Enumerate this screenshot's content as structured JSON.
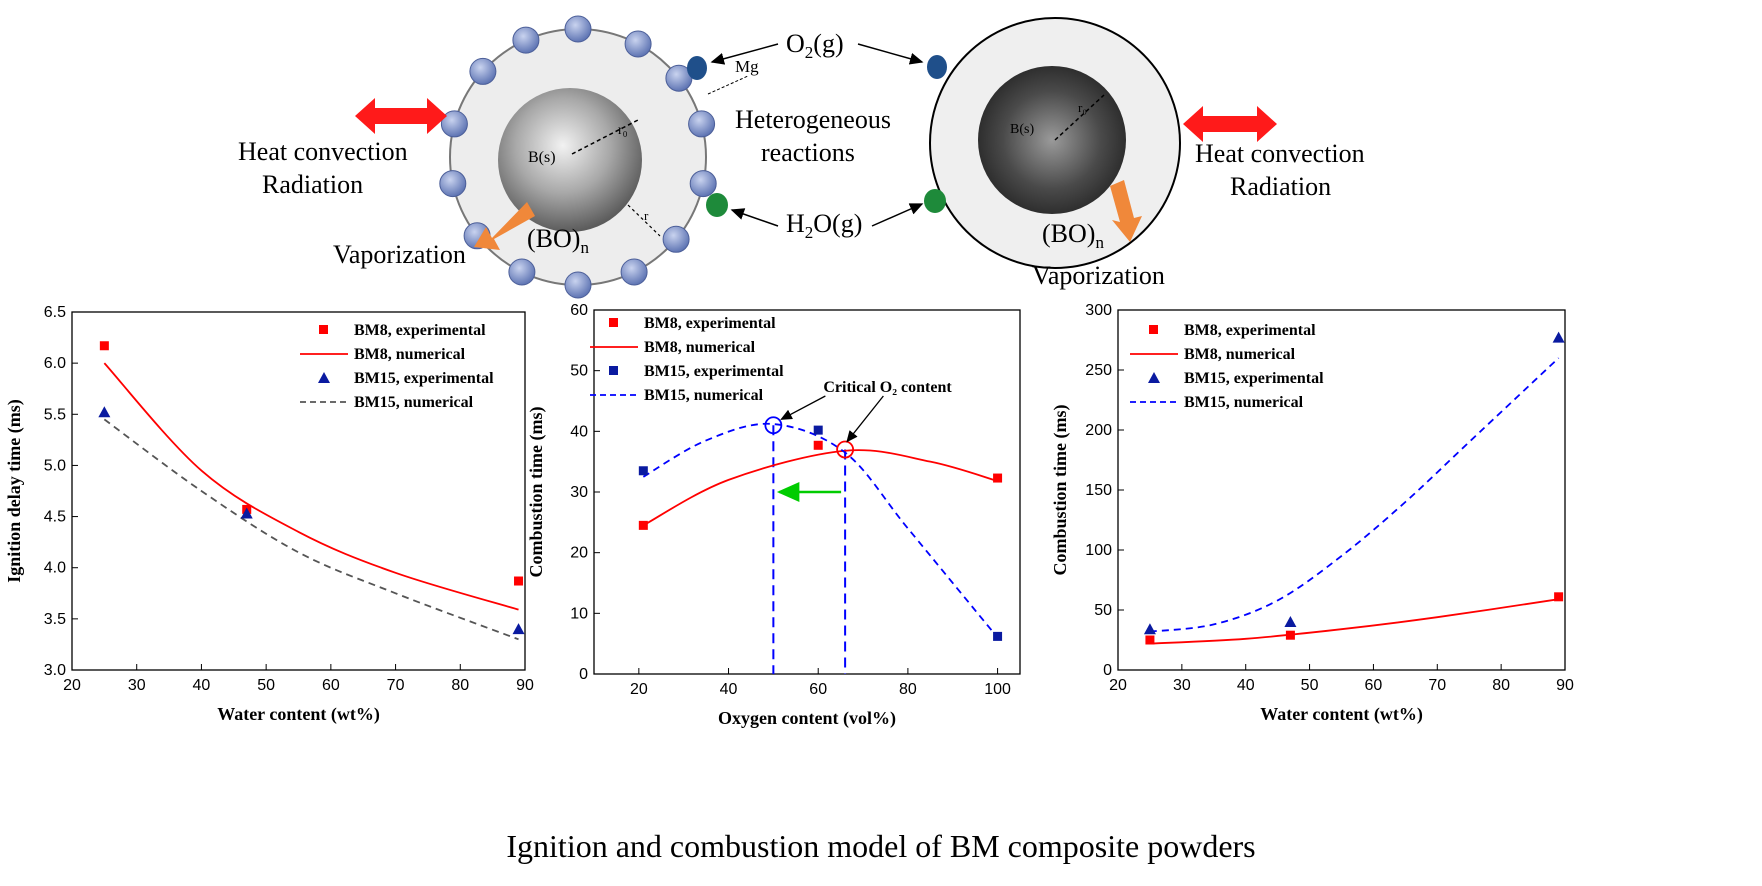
{
  "diagram": {
    "left_particle": {
      "core_label": "B(s)",
      "radius_label": "r₀",
      "shell_label": "r",
      "additive_label": "Mg"
    },
    "right_particle": {
      "core_label": "B(s)",
      "radius_label": "r₀"
    },
    "oxygen_label": "O₂(g)",
    "water_label": "H₂O(g)",
    "center_text": [
      "Heterogeneous",
      "reactions"
    ],
    "heat_left": [
      "Heat convection",
      "Radiation"
    ],
    "heat_right": [
      "Heat convection",
      "Radiation"
    ],
    "product_label": "(BO)",
    "product_sub": "n",
    "vaporization_label": "Vaporization",
    "colors": {
      "heat_arrow": "#ff1a1a",
      "vapor_arrow": "#f0883a",
      "mg_particle": "#7f93c9",
      "o2": "#1f4f8a",
      "h2o": "#1e8a3a",
      "shell": "#ededed"
    }
  },
  "chart_data": [
    {
      "type": "scatter",
      "xlabel": "Water content  (wt%)",
      "ylabel": "Ignition delay time  (ms)",
      "xlim": [
        20,
        90
      ],
      "ylim": [
        3.0,
        6.5
      ],
      "xticks": [
        "20",
        "30",
        "40",
        "50",
        "60",
        "70",
        "80",
        "90"
      ],
      "yticks": [
        "3.0",
        "3.5",
        "4.0",
        "4.5",
        "5.0",
        "5.5",
        "6.0",
        "6.5"
      ],
      "legend_position": "top-right",
      "series": [
        {
          "name": "BM8, experimental",
          "kind": "points",
          "marker": "square",
          "color": "#ff0000",
          "x": [
            25,
            47,
            89
          ],
          "y": [
            6.17,
            4.57,
            3.87
          ]
        },
        {
          "name": "BM8, numerical",
          "kind": "line",
          "dash": "solid",
          "color": "#ff0000",
          "x": [
            25,
            40,
            55,
            70,
            89
          ],
          "y": [
            6.0,
            4.95,
            4.35,
            3.95,
            3.59
          ]
        },
        {
          "name": "BM15, experimental",
          "kind": "points",
          "marker": "triangle",
          "color": "#0a1aa0",
          "x": [
            25,
            47,
            89
          ],
          "y": [
            5.52,
            4.53,
            3.4
          ]
        },
        {
          "name": "BM15, numerical",
          "kind": "line",
          "dash": "dashed",
          "color": "#555555",
          "x": [
            25,
            40,
            55,
            70,
            89
          ],
          "y": [
            5.45,
            4.75,
            4.15,
            3.75,
            3.3
          ]
        }
      ]
    },
    {
      "type": "scatter",
      "xlabel": "Oxygen content (vol%)",
      "ylabel": "Combustion time (ms)",
      "xlim": [
        10,
        105
      ],
      "ylim": [
        0,
        60
      ],
      "xticks": [
        "20",
        "40",
        "60",
        "80",
        "100"
      ],
      "yticks": [
        "0",
        "10",
        "20",
        "30",
        "40",
        "50",
        "60"
      ],
      "legend_position": "top-left",
      "annotation": "Critical O₂ content",
      "critical_points": [
        {
          "x": 50,
          "y": 41,
          "color": "#0000ff"
        },
        {
          "x": 66,
          "y": 37,
          "color": "#ff0000"
        }
      ],
      "series": [
        {
          "name": "BM8, experimental",
          "kind": "points",
          "marker": "square",
          "color": "#ff0000",
          "x": [
            21,
            60,
            100
          ],
          "y": [
            24.5,
            37.7,
            32.3
          ]
        },
        {
          "name": "BM8, numerical",
          "kind": "line",
          "dash": "solid",
          "color": "#ff0000",
          "x": [
            21,
            40,
            66,
            85,
            100
          ],
          "y": [
            24.5,
            32.0,
            36.8,
            35.0,
            31.8
          ]
        },
        {
          "name": "BM15, experimental",
          "kind": "points",
          "marker": "square",
          "color": "#0a1aa0",
          "x": [
            21,
            60,
            100
          ],
          "y": [
            33.5,
            40.2,
            6.2
          ]
        },
        {
          "name": "BM15, numerical",
          "kind": "line",
          "dash": "dashed",
          "color": "#0000ff",
          "x": [
            21,
            35,
            50,
            66,
            80,
            100
          ],
          "y": [
            32.5,
            38.5,
            41.2,
            36.5,
            24.0,
            6.0
          ]
        }
      ]
    },
    {
      "type": "scatter",
      "xlabel": "Water content (wt%)",
      "ylabel": "Combustion time (ms)",
      "xlim": [
        20,
        90
      ],
      "ylim": [
        0,
        300
      ],
      "xticks": [
        "20",
        "30",
        "40",
        "50",
        "60",
        "70",
        "80",
        "90"
      ],
      "yticks": [
        "0",
        "50",
        "100",
        "150",
        "200",
        "250",
        "300"
      ],
      "legend_position": "top-left",
      "series": [
        {
          "name": "BM8, experimental",
          "kind": "points",
          "marker": "square",
          "color": "#ff0000",
          "x": [
            25,
            47,
            89
          ],
          "y": [
            25,
            29,
            61
          ]
        },
        {
          "name": "BM8, numerical",
          "kind": "line",
          "dash": "solid",
          "color": "#ff0000",
          "x": [
            25,
            40,
            55,
            70,
            89
          ],
          "y": [
            22,
            26,
            34,
            44,
            59
          ]
        },
        {
          "name": "BM15, experimental",
          "kind": "points",
          "marker": "triangle",
          "color": "#0a1aa0",
          "x": [
            25,
            47,
            89
          ],
          "y": [
            34,
            40,
            277
          ]
        },
        {
          "name": "BM15, numerical",
          "kind": "line",
          "dash": "dashed",
          "color": "#0000ff",
          "x": [
            25,
            35,
            45,
            55,
            65,
            75,
            89
          ],
          "y": [
            32,
            38,
            58,
            95,
            140,
            190,
            260
          ]
        }
      ]
    }
  ],
  "caption": "Ignition and combustion model of BM composite powders"
}
